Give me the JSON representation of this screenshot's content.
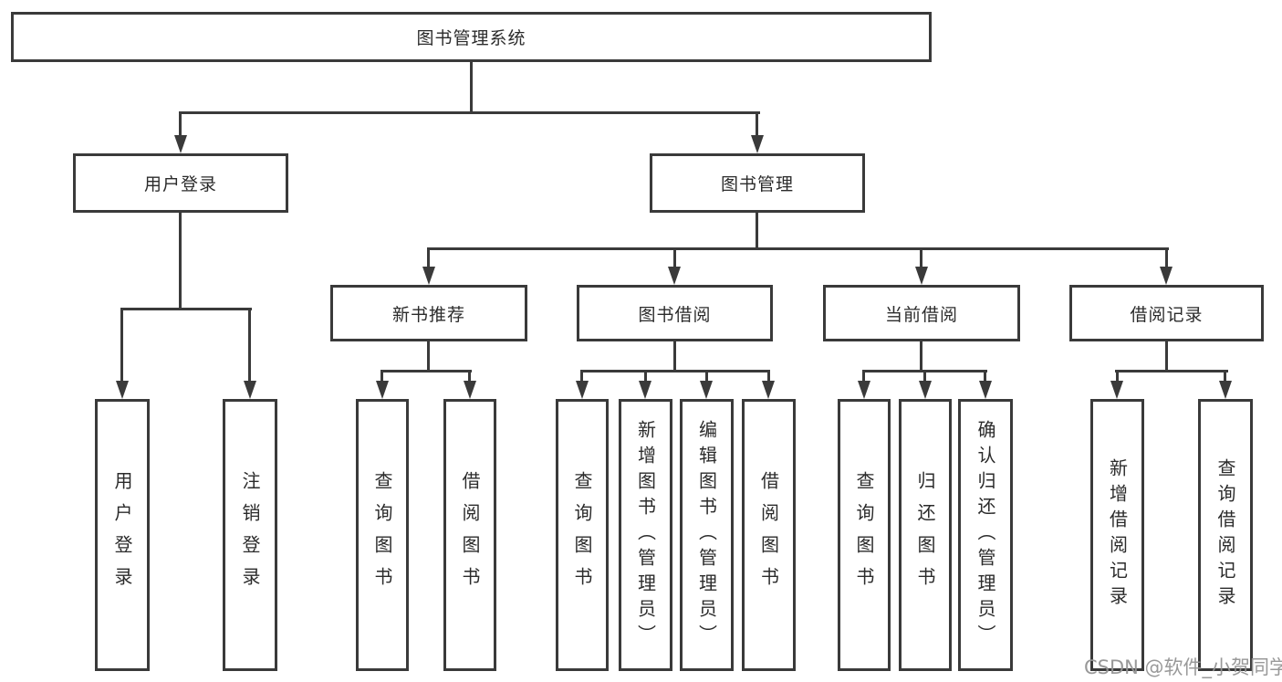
{
  "diagram_title": "图书管理系统",
  "watermark": "CSDN @软件_小贺同学",
  "colors": {
    "line": "#3a3a3a",
    "text": "#2b2b2b",
    "background": "#ffffff",
    "watermark": "#949494"
  },
  "tree": {
    "label": "图书管理系统",
    "children": [
      {
        "label": "用户登录",
        "children": [
          {
            "label": "用户登录"
          },
          {
            "label": "注销登录"
          }
        ]
      },
      {
        "label": "图书管理",
        "children": [
          {
            "label": "新书推荐",
            "children": [
              {
                "label": "查询图书"
              },
              {
                "label": "借阅图书"
              }
            ]
          },
          {
            "label": "图书借阅",
            "children": [
              {
                "label": "查询图书"
              },
              {
                "label": "新增图书（管理员）"
              },
              {
                "label": "编辑图书（管理员）"
              },
              {
                "label": "借阅图书"
              }
            ]
          },
          {
            "label": "当前借阅",
            "children": [
              {
                "label": "查询图书"
              },
              {
                "label": "归还图书"
              },
              {
                "label": "确认归还（管理员）"
              }
            ]
          },
          {
            "label": "借阅记录",
            "children": [
              {
                "label": "新增借阅记录"
              },
              {
                "label": "查询借阅记录"
              }
            ]
          }
        ]
      }
    ]
  }
}
